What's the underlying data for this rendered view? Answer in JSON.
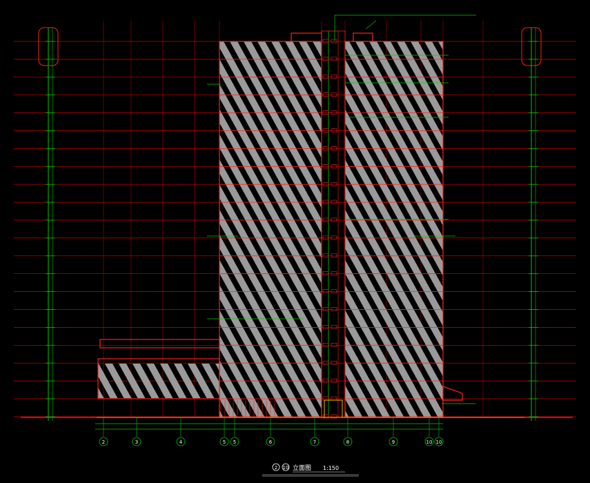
{
  "drawing": {
    "title": "立面图",
    "scale": "1:150",
    "view_numbers": [
      "2",
      "10"
    ]
  },
  "colors": {
    "background": "#000000",
    "floor_line": "#d40000",
    "dimension": "#00cc00",
    "facade_stripe": "#9a9a9a",
    "outline": "#ff2020",
    "text": "#ffffff",
    "accent_yellow": "#e8c000"
  },
  "axis_labels": [
    "2",
    "3",
    "4",
    "5",
    "5",
    "6",
    "7",
    "8",
    "9",
    "10",
    "10"
  ]
}
